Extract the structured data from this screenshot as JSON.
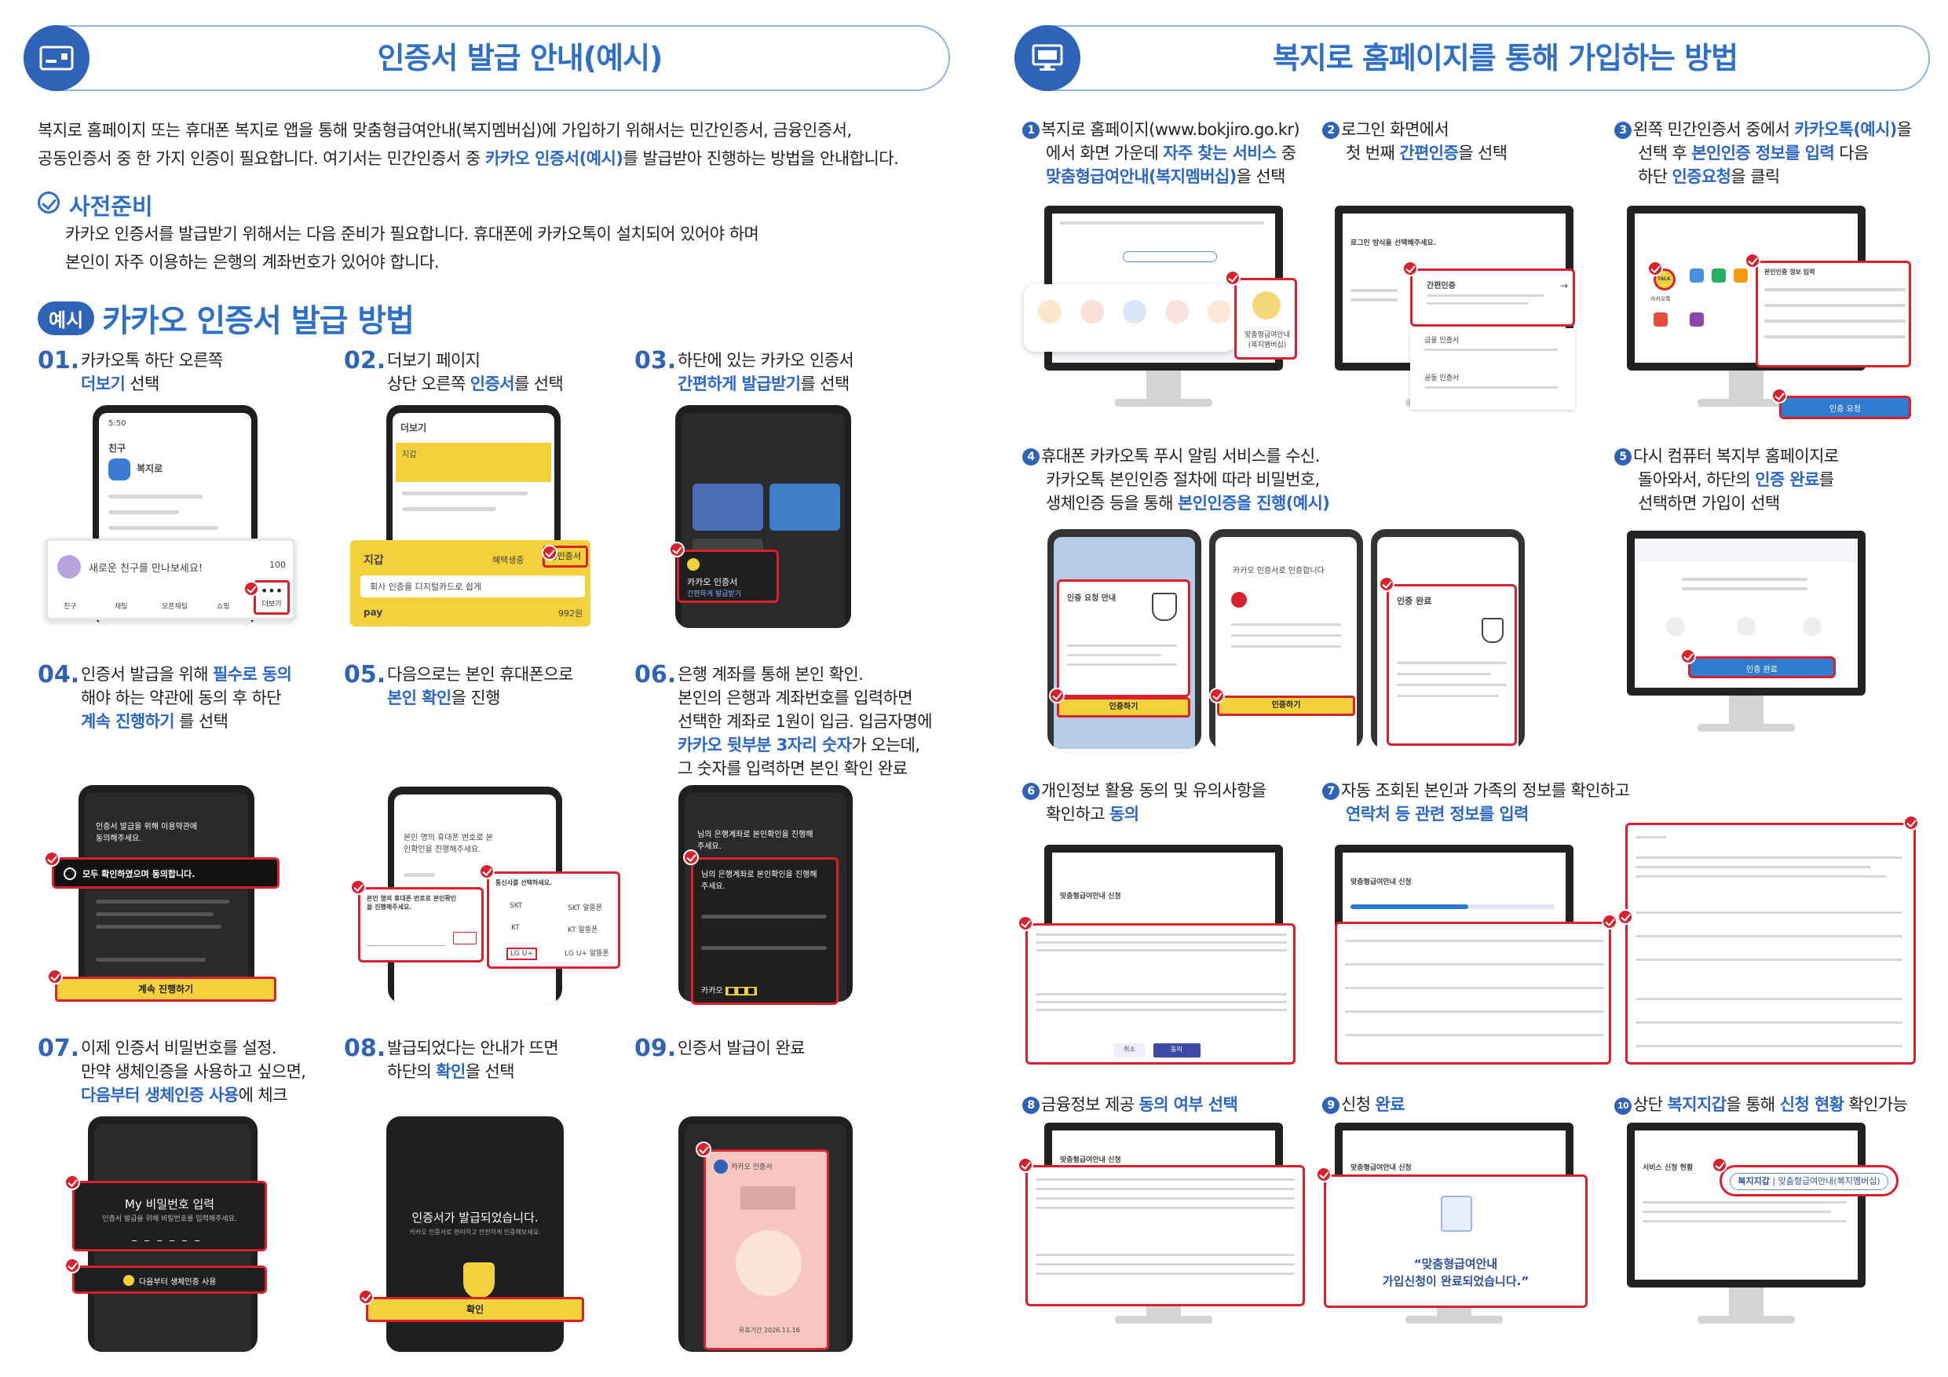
{
  "left": {
    "header_title": "인증서 발급 안내(예시)",
    "intro": {
      "p1": "복지로 홈페이지 또는 휴대폰 복지로 앱을 통해 맞춤형급여안내(복지멤버십)에 가입하기 위해서는 민간인증서, 금융인증서,",
      "p2a": "공동인증서 중 한 가지 인증이 필요합니다. 여기서는 민간인증서 중 ",
      "p2b": "카카오 인증서(예시)",
      "p2c": "를 발급받아 진행하는 방법을 안내합니다."
    },
    "prep": {
      "title": "사전준비",
      "l1": "카카오 인증서를 발급받기 위해서는 다음 준비가 필요합니다. 휴대폰에 카카오톡이 설치되어 있어야 하며",
      "l2": "본인이 자주 이용하는 은행의 계좌번호가 있어야 합니다."
    },
    "kakao": {
      "pill": "예시",
      "title": "카카오 인증서 발급 방법"
    },
    "steps": [
      {
        "no": "01.",
        "a": "카카오톡 하단 오른쪽",
        "b": "더보기",
        "c": " 선택"
      },
      {
        "no": "02.",
        "a": "더보기 페이지",
        "b1": "상단 오른쪽 ",
        "b": "인증서",
        "c": "를 선택"
      },
      {
        "no": "03.",
        "a": "하단에 있는 카카오 인증서",
        "b": "간편하게 발급받기",
        "c": "를 선택"
      },
      {
        "no": "04.",
        "a1": "인증서 발급을 위해 ",
        "a2": "필수로 동의",
        "b": "해야 하는 약관에 동의 후 하단",
        "c1": "계속 진행하기",
        "c2": " 를 선택"
      },
      {
        "no": "05.",
        "a": "다음으로는 본인 휴대폰으로",
        "b1": "본인 확인",
        "b2": "을 진행"
      },
      {
        "no": "06.",
        "a": "은행 계좌를 통해 본인 확인.",
        "b": "본인의 은행과 계좌번호를 입력하면",
        "c": "선택한 계좌로 1원이 입금. 입금자명에",
        "d1": "카카오 뒷부분 3자리 숫자",
        "d2": "가 오는데,",
        "e": "그 숫자를 입력하면 본인 확인 완료"
      },
      {
        "no": "07.",
        "a": "이제 인증서 비밀번호를 설정.",
        "b": "만약 생체인증을 사용하고 싶으면,",
        "c1": "다음부터 생체인증 사용",
        "c2": "에 체크"
      },
      {
        "no": "08.",
        "a": "발급되었다는 안내가 뜨면",
        "b1": "하단의 ",
        "b2": "확인",
        "b3": "을 선택"
      },
      {
        "no": "09.",
        "a": "인증서 발급이 완료"
      }
    ],
    "phone": {
      "time": "5:50",
      "friends": "친구",
      "bokjiro": "복지로",
      "new_friend": "새로운 친구를 만나보세요!",
      "count": "100",
      "more": "더보기",
      "tab1": "친구",
      "tab2": "채팅",
      "tab3": "오픈채팅",
      "tab4": "쇼핑",
      "more_title": "더보기",
      "wallet": "지갑",
      "wallet_items": "회사 인증을 디지털카드로 쉽게",
      "cert": "인증서",
      "pay": "pay",
      "pay_amt": "992원",
      "benefit": "혜택생중",
      "kakao_cert": "카카오 인증서",
      "kakao_cert_sub": "간편하게 발급받기",
      "agree_all": "모두 확인하였으며 동의합니다.",
      "continue": "계속 진행하기",
      "agree_head": "인증서 발급을 위해 이용약관에 동의해주세요.",
      "verify_head": "본인 명의 휴대폰 번호로 본인확인을 진행해주세요.",
      "carrier": "통신사를 선택하세요.",
      "carriers": [
        "SKT",
        "SKT 알뜰폰",
        "KT",
        "KT 알뜰폰",
        "LG U+",
        "LG U+ 알뜰폰"
      ],
      "bank_head": "님의 은행계좌로 본인확인을 진행해 주세요.",
      "deposit": "카카오 ",
      "pw_title": "My 비밀번호 입력",
      "pw_sub": "인증서 발급을 위해 비밀번호를 입력해주세요.",
      "bio": "다음부터 생체인증 사용",
      "issued": "인증서가 발급되었습니다.",
      "issued_sub": "카카오 인증서로 편리하고 안전하게 인증해보세요.",
      "ok": "확인",
      "final_title": "카카오 인증서",
      "expire": "유효기간 2026.11.16"
    }
  },
  "right": {
    "header_title": "복지로 홈페이지를 통해 가입하는 방법",
    "steps": {
      "s1": {
        "n": "1",
        "a": "복지로 홈페이지(www.bokjiro.go.kr)",
        "b1": "에서 화면 가운데 ",
        "b2": "자주 찾는 서비스",
        "b3": " 중",
        "c1": "맞춤형급여안내(복지멤버십)",
        "c2": "을 선택"
      },
      "s2": {
        "n": "2",
        "a": "로그인 화면에서",
        "b1": "첫 번째 ",
        "b2": "간편인증",
        "b3": "을 선택"
      },
      "s3": {
        "n": "3",
        "a1": "왼쪽 민간인증서 중에서 ",
        "a2": "카카오톡(예시)",
        "a3": "을",
        "b1": "선택 후 ",
        "b2": "본인인증 정보를 입력",
        "b3": " 다음",
        "c1": "하단 ",
        "c2": "인증요청",
        "c3": "을 클릭"
      },
      "s4": {
        "n": "4",
        "a": "휴대폰 카카오톡 푸시 알림 서비스를 수신.",
        "b": "카카오톡 본인인증 절차에 따라 비밀번호,",
        "c1": "생체인증 등을 통해 ",
        "c2": "본인인증을 진행(예시)"
      },
      "s5": {
        "n": "5",
        "a": "다시 컴퓨터 복지부 홈페이지로",
        "b1": "돌아와서, 하단의 ",
        "b2": "인증 완료",
        "b3": "를",
        "c": "선택하면 가입이 선택"
      },
      "s6": {
        "n": "6",
        "a": "개인정보 활용 동의 및 유의사항을",
        "b1": "확인하고 ",
        "b2": "동의"
      },
      "s7": {
        "n": "7",
        "a": "자동 조회된 본인과 가족의 정보를 확인하고",
        "b1": "연락처 등 관련 정보를 입력"
      },
      "s8": {
        "n": "8",
        "a1": "금융정보 제공 ",
        "a2": "동의 여부 선택"
      },
      "s9": {
        "n": "9",
        "a1": "신청 ",
        "a2": "완료"
      },
      "s10": {
        "n": "10",
        "a1": "상단 ",
        "a2": "복지지갑",
        "a3": "을 통해 ",
        "a4": "신청 현황",
        "a5": " 확인가능"
      }
    },
    "screens": {
      "membership": "맞춤형급여안내 (복지멤버십)",
      "simple_auth": "간편인증",
      "login_head": "로그인 방식을 선택해주세요.",
      "finance": "금융 인증서",
      "joint": "공동 인증서",
      "talk": "TALK",
      "kakaotalk": "카카오톡",
      "info_input": "본인인증 정보 입력",
      "auth_req": "인증 요청",
      "auth_guide": "인증 요청 안내",
      "auth_btn": "인증하기",
      "auth_msg": "카카오 인증서로 인증합니다",
      "auth_done": "인증 완료",
      "auth_done_btn": "인증 완료",
      "apply_title": "맞춤형급여안내 신청",
      "agree_btn": "동의",
      "cancel_btn": "취소",
      "apply_done": "“맞춤형급여안내",
      "apply_done2": "가입신청이 완료되었습니다.”",
      "wallet": "복지지갑",
      "wallet_sep": "맞춤형급여안내(복지멤버십)",
      "service_status": "서비스 신청 현황"
    }
  }
}
